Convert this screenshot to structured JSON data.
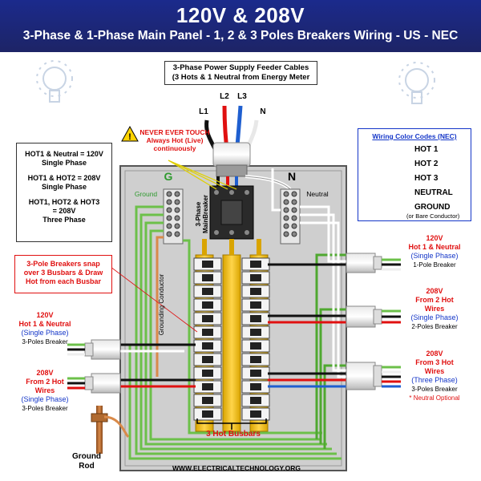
{
  "header": {
    "title": "120V & 208V",
    "subtitle": "3-Phase & 1-Phase Main Panel - 1, 2 & 3 Poles Breakers Wiring - US - NEC"
  },
  "feeder": {
    "title": "3-Phase Power Supply Feeder Cables",
    "subtitle": "(3 Hots & 1 Neutral from Energy Meter"
  },
  "line_labels": {
    "l1": "L1",
    "l2": "L2",
    "l3": "L3",
    "n": "N"
  },
  "warning": {
    "line1": "NEVER EVER TOUCH",
    "line2": "Always Hot (Live)",
    "line3": "continuously"
  },
  "voltage_box": {
    "a1": "HOT1 & Neutral = 120V",
    "a2": "Single Phase",
    "b1": "HOT1 & HOT2 = 208V",
    "b2": "Single Phase",
    "c1": "HOT1, HOT2 & HOT3",
    "c2": "= 208V",
    "c3": "Three Phase"
  },
  "snap_note": {
    "l1": "3-Pole Breakers snap",
    "l2": "over 3 Busbars & Draw",
    "l3": "Hot from each Busbar"
  },
  "legend": {
    "title": "Wiring Color Codes (NEC)",
    "items": [
      {
        "label": "HOT 1",
        "color": "#111111"
      },
      {
        "label": "HOT 2",
        "color": "#e01010"
      },
      {
        "label": "HOT 3",
        "color": "#1f5fd0"
      },
      {
        "label": "NEUTRAL",
        "color": "#f2f2f2"
      },
      {
        "label": "GROUND",
        "color": "#3aa030"
      }
    ],
    "ground_note": "(or Bare Conductor)"
  },
  "panel": {
    "ground_letter": "G",
    "ground_label": "Ground",
    "neutral_letter": "N",
    "neutral_label": "Neutral",
    "main_breaker_l1": "3-Phase",
    "main_breaker_l2": "MainBreaker",
    "grounding_conductor": "Grounding Conductor",
    "busbar_label": "3 Hot Busbars",
    "website": "WWW.ELECTRICALTECHNOLOGY.ORG"
  },
  "right_labels": {
    "r1": {
      "volt": "120V",
      "desc": "Hot 1 & Neutral",
      "phase": "(Single Phase)",
      "breaker": "1-Pole Breaker"
    },
    "r2": {
      "volt": "208V",
      "desc1": "From 2 Hot",
      "desc2": "Wires",
      "phase": "(Single Phase)",
      "breaker": "2-Poles Breaker"
    },
    "r3": {
      "volt": "208V",
      "desc1": "From 3 Hot",
      "desc2": "Wires",
      "phase": "(Three Phase)",
      "breaker": "3-Poles Breaker",
      "note": "* Neutral Optional"
    }
  },
  "left_labels": {
    "l1": {
      "volt": "120V",
      "desc": "Hot 1 & Neutral",
      "phase": "(Single Phase)",
      "breaker": "3-Poles Breaker"
    },
    "l2": {
      "volt": "208V",
      "desc1": "From 2 Hot",
      "desc2": "Wires",
      "phase": "(Single Phase)",
      "breaker": "3-Poles Breaker"
    }
  },
  "ground_rod": {
    "l1": "Ground",
    "l2": "Rod"
  }
}
